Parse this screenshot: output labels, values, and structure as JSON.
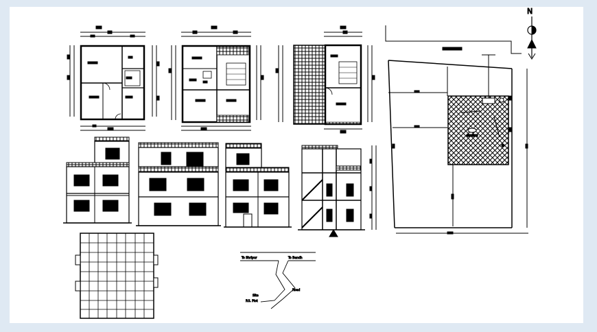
{
  "north_label": "N",
  "road_labels": [
    "To Shripur",
    "To Bandh"
  ],
  "road_notes": [
    "Road",
    "Site",
    "P.S. Plot"
  ],
  "colors": {
    "line": "#000000",
    "paper": "#ffffff",
    "backdrop": "#dfe9f3"
  }
}
